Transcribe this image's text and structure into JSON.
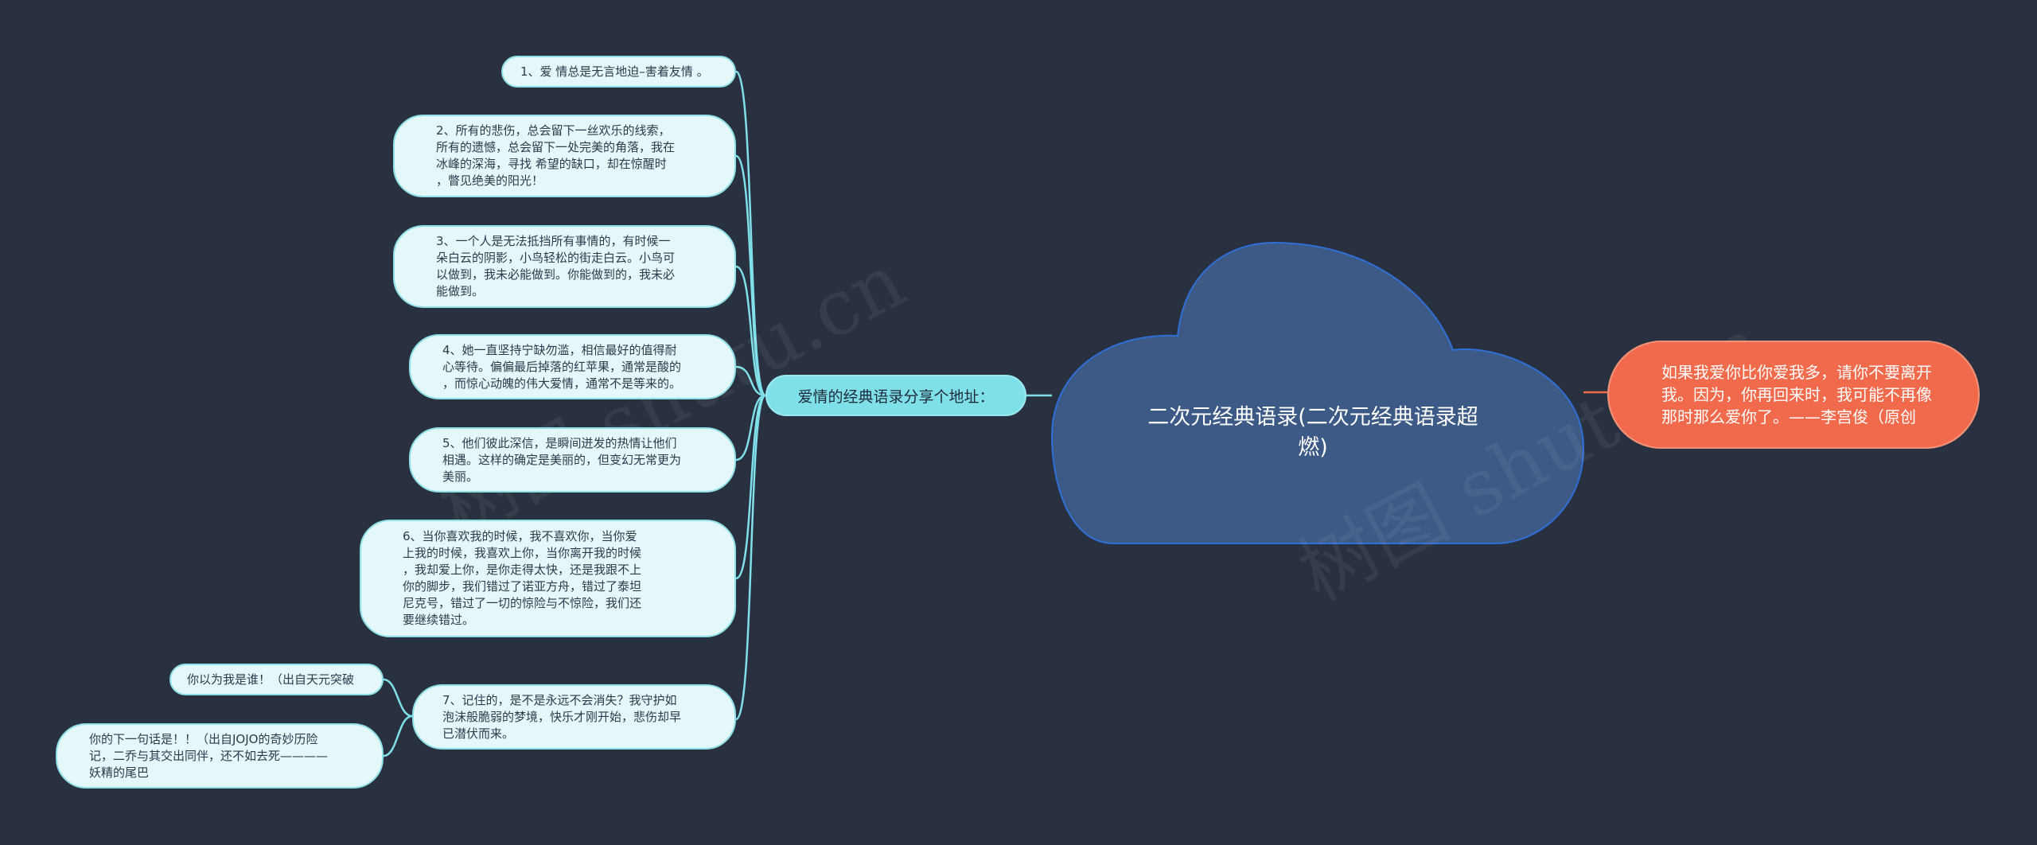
{
  "root": {
    "label": "二次元经典语录(二次元经典语录超燃)"
  },
  "hub": {
    "label": "爱情的经典语录分享个地址："
  },
  "right": {
    "label": "如果我爱你比你爱我多，请你不要离开我。因为，你再回来时，我可能不再像那时那么爱你了。——李宫俊（原创"
  },
  "items": [
    {
      "label": "1、爱 情总是无言地迫–害着友情 。"
    },
    {
      "label": "2、所有的悲伤，总会留下一丝欢乐的线索，\n所有的遗憾，总会留下一处完美的角落，我在\n冰峰的深海，寻找 希望的缺口，却在惊醒时\n，瞥见绝美的阳光！"
    },
    {
      "label": "3、一个人是无法抵挡所有事情的，有时候一\n朵白云的阴影，小鸟轻松的街走白云。小鸟可\n以做到，我未必能做到。你能做到的，我未必\n能做到。"
    },
    {
      "label": "4、她一直坚持宁缺勿滥，相信最好的值得耐\n心等待。偏偏最后掉落的红苹果，通常是酸的\n，而惊心动魄的伟大爱情，通常不是等来的。"
    },
    {
      "label": "5、他们彼此深信，是瞬间迸发的热情让他们\n相遇。这样的确定是美丽的，但变幻无常更为\n美丽。"
    },
    {
      "label": "6、当你喜欢我的时候，我不喜欢你，当你爱\n上我的时候，我喜欢上你，当你离开我的时候\n，我却爱上你，是你走得太快，还是我跟不上\n你的脚步，我们错过了诺亚方舟，错过了泰坦\n尼克号，错过了一切的惊险与不惊险，我们还\n要继续错过。"
    },
    {
      "label": "7、记住的，是不是永远不会消失？我守护如\n泡沫般脆弱的梦境，快乐才刚开始，悲伤却早\n已潜伏而来。"
    }
  ],
  "sub_items": [
    {
      "label": "你以为我是谁！（出自天元突破"
    },
    {
      "label": "你的下一句话是！！（出自JOJO的奇妙历险\n记，二乔与其交出同伴，还不如去死————\n妖精的尾巴"
    }
  ],
  "watermarks": [
    "树图 shutu.cn",
    "树图 shutu.cn"
  ],
  "colors": {
    "background": "#293140",
    "cloud": "#3c5a85",
    "cloud_border": "#2f6fd6",
    "leaf": "#e4f7f9",
    "link": "#7fe0ea",
    "accent": "#f06a4b"
  }
}
